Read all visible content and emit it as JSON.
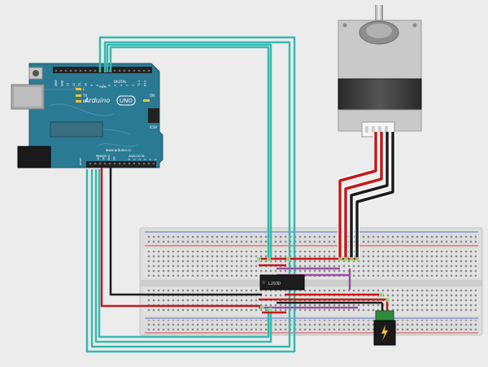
{
  "arduino": {
    "logo_text": "Arduino",
    "model": "UNO",
    "on_label": "ON",
    "l_label": "L",
    "tx_label": "TX",
    "rx_label": "RX",
    "digital_label": "DIGITAL",
    "pwm_label": "PWM",
    "icsp_label": "ICSP",
    "website": "www.arduino.cc",
    "power_label": "POWER",
    "analog_label": "ANALOG IN",
    "reset_label": "RESET",
    "power_pins": [
      "3V3",
      "5V",
      "Gnd",
      "Vin"
    ],
    "analog_pins": [
      "0",
      "1",
      "2",
      "3",
      "4",
      "5"
    ],
    "top_header_labels": [
      "AREF",
      "GND",
      "13",
      "12",
      "11",
      "10",
      "9",
      "8",
      "7",
      "6",
      "5",
      "4",
      "3",
      "2",
      "TX 1",
      "RX 0"
    ]
  },
  "driver_chip": {
    "label": "L293D"
  },
  "colors": {
    "background": "#ececec",
    "board_blue": "#2b7a94",
    "board_blue_dark": "#1d5f76",
    "wire_teal": "#38b8b0",
    "wire_red": "#c31a1a",
    "wire_black": "#1c1c1c",
    "wire_purple": "#9a4ea4",
    "breadboard": "#dedede",
    "rail_red": "#d94a4a",
    "rail_blue": "#6070c8",
    "motor_grey": "#c7c7c7"
  },
  "icons": {
    "motor": "stepper-motor-icon",
    "board": "arduino-uno-icon",
    "breadboard": "breadboard-icon",
    "jack": "dc-power-jack-icon"
  }
}
